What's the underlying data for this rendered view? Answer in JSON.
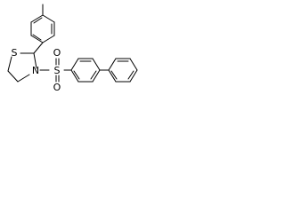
{
  "atoms": {
    "sulfur_ring": "S",
    "nitrogen": "N",
    "sulfonyl_sulfur": "S",
    "oxygen_upper": "O",
    "oxygen_lower": "O"
  },
  "colors": {
    "bond": "#000000",
    "background": "#ffffff"
  }
}
